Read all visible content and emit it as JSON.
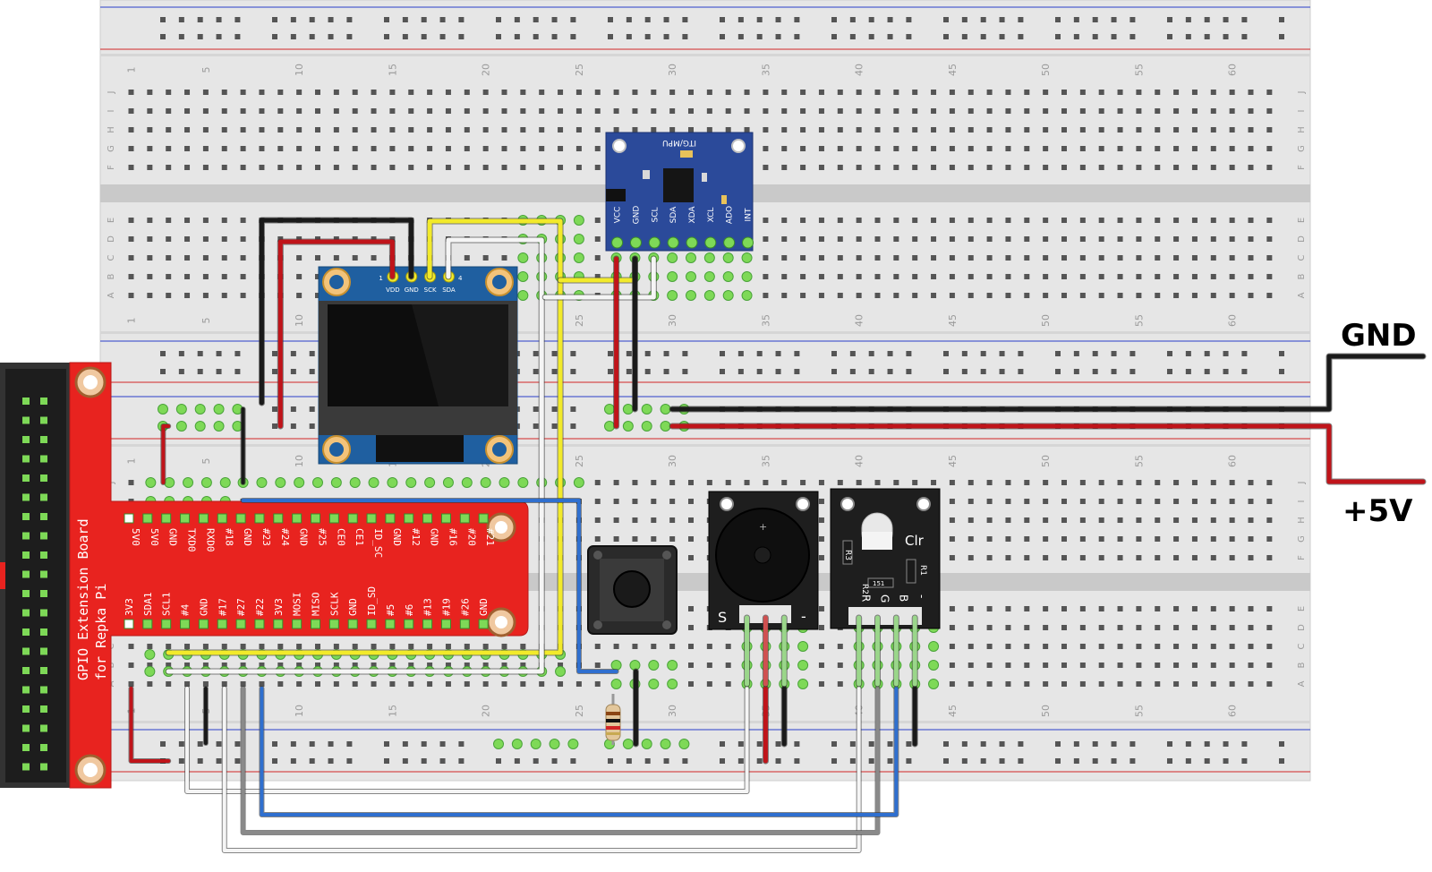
{
  "breadboard": {
    "column_numbers": [
      "1",
      "5",
      "10",
      "15",
      "20",
      "25",
      "30",
      "35",
      "40",
      "45",
      "50",
      "55",
      "60"
    ],
    "upper_row_letters": [
      "J",
      "I",
      "H",
      "G",
      "F",
      "E",
      "D",
      "C",
      "B",
      "A"
    ],
    "lower_row_letters": [
      "J",
      "I",
      "H",
      "G",
      "F",
      "E",
      "D",
      "C",
      "B",
      "A"
    ],
    "colors": {
      "body": "#e6e6e6",
      "channel": "#c9c9c9",
      "hole": "#4a4a4a",
      "green_hole": "#7ed957",
      "blue_rail": "#2a3fc9",
      "red_rail": "#d32626"
    }
  },
  "gpio_board": {
    "title_line1": "GPIO Extension Board",
    "title_line2": "for Repka Pi",
    "top_pins": [
      "5V0",
      "5V0",
      "GND",
      "TXD0",
      "RXD0",
      "#18",
      "GND",
      "#23",
      "#24",
      "GND",
      "#25",
      "CE0",
      "CE1",
      "ID_SC",
      "GND",
      "#12",
      "GND",
      "#16",
      "#20",
      "#21"
    ],
    "bottom_pins": [
      "3V3",
      "SDA1",
      "SCL1",
      "#4",
      "GND",
      "#17",
      "#27",
      "#22",
      "3V3",
      "MOSI",
      "MISO",
      "SCLK",
      "GND",
      "ID_SD",
      "#5",
      "#6",
      "#13",
      "#19",
      "#26",
      "GND"
    ],
    "color": "#e8231f"
  },
  "oled": {
    "pin_labels": [
      "VDD",
      "GND",
      "SCK",
      "SDA"
    ],
    "pin_numbers": [
      "1",
      "4"
    ]
  },
  "mpu": {
    "title": "ITG/MPU",
    "pin_labels": [
      "VCC",
      "GND",
      "SCL",
      "SDA",
      "XDA",
      "XCL",
      "ADO",
      "INT"
    ]
  },
  "buzzer": {
    "labels": [
      "S",
      "-"
    ]
  },
  "rgb_led": {
    "title": "Clr",
    "resistor_labels": [
      "R3",
      "R2",
      "R1"
    ],
    "smd_label": "151",
    "pin_labels": [
      "R",
      "G",
      "B",
      "-"
    ]
  },
  "power": {
    "gnd_label": "GND",
    "v5_label": "+5V"
  },
  "wire_colors": {
    "black": "#1a1a1a",
    "red": "#c0141a",
    "yellow": "#f2ea2a",
    "white": "#f5f5f5",
    "blue": "#2f6fcf",
    "gray": "#8a8a8a",
    "green": "#6cbf5a"
  }
}
